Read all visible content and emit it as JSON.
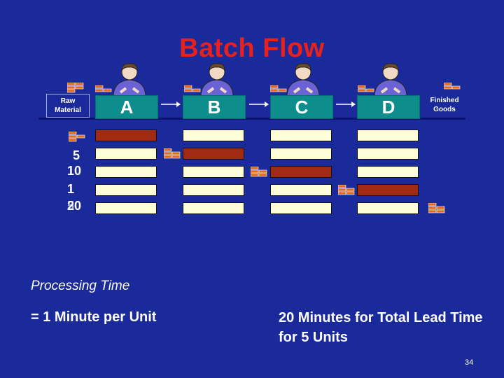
{
  "title": "Batch Flow",
  "raw_material": [
    "Raw",
    "Material"
  ],
  "finished_goods": [
    "Finished",
    "Goods"
  ],
  "stations": [
    "A",
    "B",
    "C",
    "D"
  ],
  "times": [
    "5",
    "10",
    "1",
    "20"
  ],
  "time_overlap": "5",
  "processing_time_label": "Processing Time",
  "rate_label": "=  1 Minute per Unit",
  "lead_time_label": "20 Minutes for Total Lead Time for 5 Units",
  "page_number": "34",
  "colors": {
    "background": "#1a2a9a",
    "title": "#e8211d",
    "station": "#0e8d8d",
    "cell": "#fffdd8",
    "active_cell": "#a12a12"
  }
}
